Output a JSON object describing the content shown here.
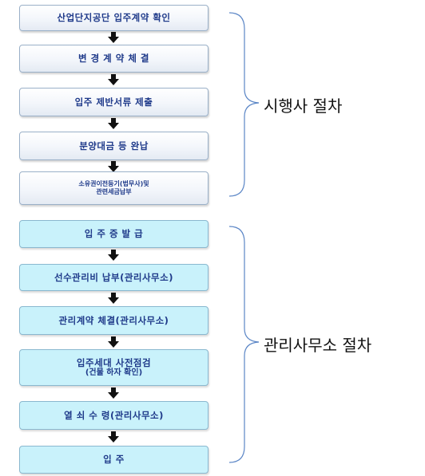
{
  "steps": [
    {
      "title": "산업단지공단 입주계약 확인",
      "sub": ""
    },
    {
      "title": "변 경 계 약   체 결",
      "sub": ""
    },
    {
      "title": "입주 제반서류 제출",
      "sub": ""
    },
    {
      "title": "분양대금 등 완납",
      "sub": ""
    },
    {
      "title": "소유권이전등기(법무사)및",
      "sub": "관련세금납부"
    },
    {
      "title": "입 주 증   발 급",
      "sub": ""
    },
    {
      "title": "선수관리비 납부(관리사무소)",
      "sub": ""
    },
    {
      "title": "관리계약 체결(관리사무소)",
      "sub": ""
    },
    {
      "title": "입주세대 사전점검",
      "sub": "(건물 하자 확인)"
    },
    {
      "title": "열 쇠 수 령(관리사무소)",
      "sub": ""
    },
    {
      "title": "입   주",
      "sub": ""
    }
  ],
  "groups": [
    {
      "label": "시행사 절차"
    },
    {
      "label": "관리사무소 절차"
    }
  ],
  "colors": {
    "text": "#1f3a8a",
    "group2_fill": "#c9f2fb",
    "bracket": "#5b86c6",
    "arrow": "#111111"
  }
}
